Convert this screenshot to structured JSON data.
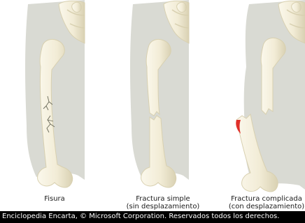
{
  "panels": [
    {
      "caption_line1": "Fisura",
      "caption_line2": ""
    },
    {
      "caption_line1": "Fractura simple",
      "caption_line2": "(sin desplazamiento)"
    },
    {
      "caption_line1": "Fractura complicada",
      "caption_line2": "(con desplazamiento)"
    }
  ],
  "credit": "Enciclopedia Encarta, © Microsoft Corporation. Reservados todos los derechos.",
  "colors": {
    "limb": "#d9dad3",
    "bone": "#f4efdc",
    "bone_shadow": "#d8d0b0",
    "joint": "#f2c872",
    "crack": "#6a6a5a",
    "blood": "#e0302a"
  }
}
